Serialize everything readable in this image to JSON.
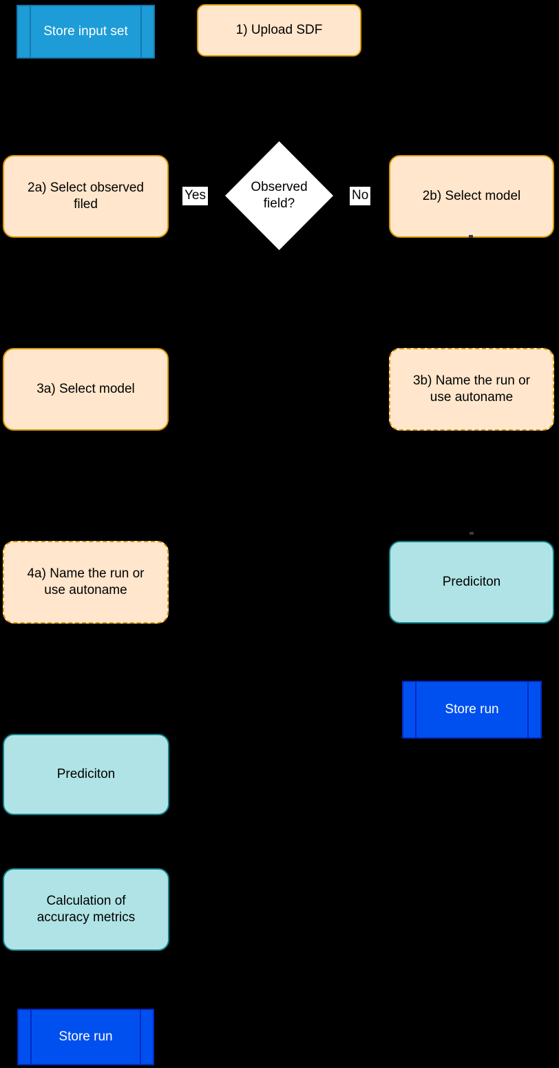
{
  "canvas": {
    "background": "#000000"
  },
  "colors": {
    "peach_fill": "#FFE6CC",
    "peach_border": "#D79B00",
    "teal_fill": "#B0E3E6",
    "teal_border": "#0E8088",
    "store_run_fill": "#0050EF",
    "store_run_border": "#0429C2",
    "store_input_fill": "#1E9CD7",
    "store_input_border": "#1478AE",
    "diamond_fill": "#FFFFFF",
    "text_dark": "#000000",
    "text_light": "#FFFFFF"
  },
  "nodes": {
    "store_input_set": {
      "label": "Store input set"
    },
    "upload_sdf": {
      "label": "1) Upload SDF"
    },
    "observed_field_decision": {
      "label": "Observed field?"
    },
    "yes_edge": {
      "label": "Yes"
    },
    "no_edge": {
      "label": "No"
    },
    "select_observed_field": {
      "label": "2a) Select observed filed"
    },
    "select_model_b": {
      "label": "2b) Select model"
    },
    "select_model_a": {
      "label": "3a) Select model"
    },
    "name_run_b": {
      "label": "3b) Name the run or use autoname"
    },
    "name_run_a": {
      "label": "4a) Name the run or use autoname"
    },
    "prediction_b": {
      "label": "Prediciton"
    },
    "store_run_b": {
      "label": "Store run"
    },
    "prediction_a": {
      "label": "Prediciton"
    },
    "calc_metrics": {
      "label": "Calculation of accuracy metrics"
    },
    "store_run_a": {
      "label": "Store run"
    }
  }
}
